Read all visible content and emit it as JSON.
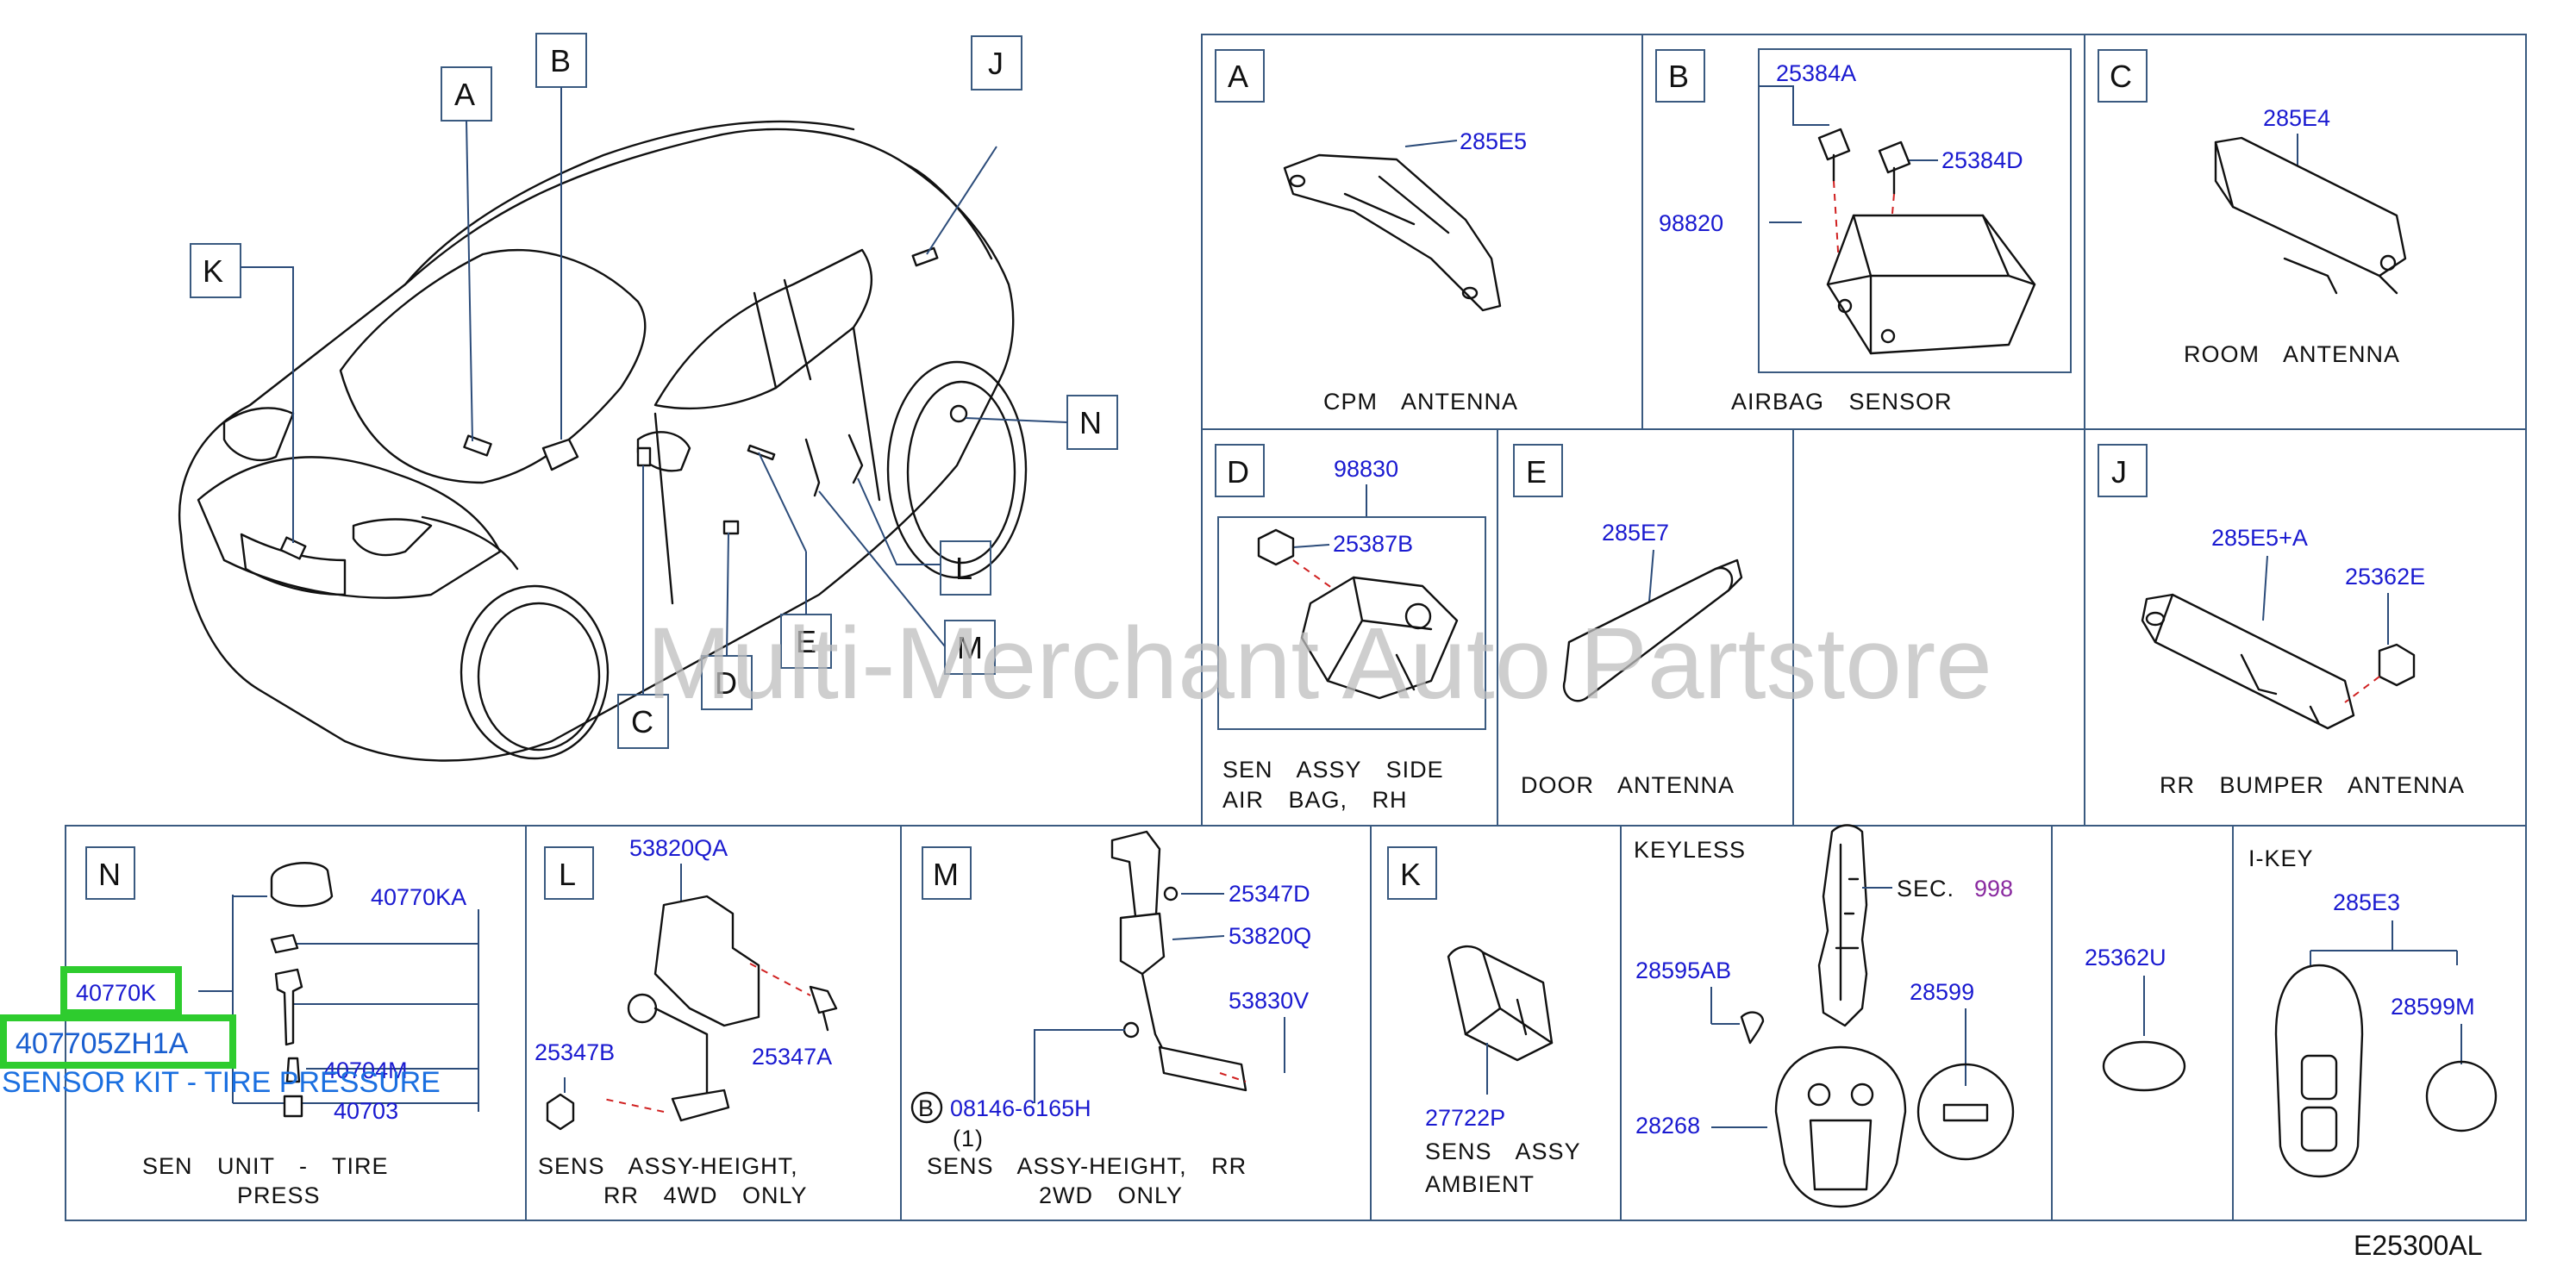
{
  "diagram_code": "E25300AL",
  "watermark": "Multi-Merchant Auto Partstore",
  "car_callouts": [
    "A",
    "B",
    "J",
    "K",
    "N",
    "L",
    "M",
    "E",
    "D",
    "C"
  ],
  "panel_A": {
    "letter": "A",
    "part": "285E5",
    "title": "CPM ANTENNA"
  },
  "panel_B": {
    "letter": "B",
    "part1": "25384A",
    "part2": "25384D",
    "part3": "98820",
    "title": "AIRBAG SENSOR"
  },
  "panel_C": {
    "letter": "C",
    "part": "285E4",
    "title": "ROOM ANTENNA"
  },
  "panel_D": {
    "letter": "D",
    "part1": "98830",
    "part2": "25387B",
    "title1": "SEN ASSY SIDE",
    "title2": "AIR BAG, RH"
  },
  "panel_E": {
    "letter": "E",
    "part": "285E7",
    "title": "DOOR ANTENNA"
  },
  "panel_J": {
    "letter": "J",
    "part1": "285E5+A",
    "part2": "25362E",
    "title": "RR BUMPER ANTENNA"
  },
  "panel_N": {
    "letter": "N",
    "part1": "40770KA",
    "part2": "40770K",
    "part3": "40704M",
    "part4": "40703",
    "title1": "SEN UNIT - TIRE",
    "title2": "PRESS"
  },
  "highlight": {
    "part": "407705ZH1A",
    "description": "SENSOR KIT - TIRE PRESSURE"
  },
  "panel_L": {
    "letter": "L",
    "part1": "53820QA",
    "part2": "25347B",
    "part3": "25347A",
    "title1": "SENS ASSY-HEIGHT,",
    "title2": "RR 4WD ONLY"
  },
  "panel_M": {
    "letter": "M",
    "part1": "25347D",
    "part2": "53820Q",
    "part3": "53830V",
    "bolt_letter": "B",
    "bolt": "08146-6165H",
    "qty": "(1)",
    "title1": "SENS ASSY-HEIGHT, RR",
    "title2": "2WD ONLY"
  },
  "panel_K": {
    "letter": "K",
    "part": "27722P",
    "title1": "SENS ASSY",
    "title2": "AMBIENT"
  },
  "panel_keyless": {
    "header": "KEYLESS",
    "sec": "SEC.",
    "sec_num": "998",
    "part1": "28595AB",
    "part2": "28599",
    "part3": "28268"
  },
  "panel_25362U": {
    "part": "25362U"
  },
  "panel_ikey": {
    "header": "I-KEY",
    "part1": "285E3",
    "part2": "28599M"
  }
}
